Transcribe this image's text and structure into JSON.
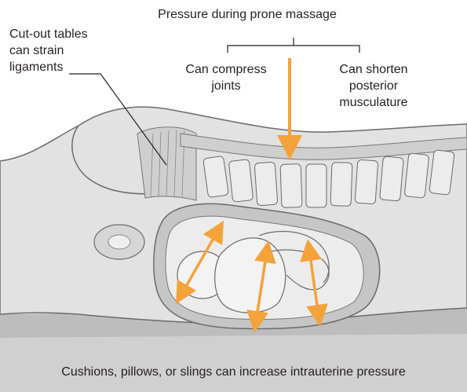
{
  "labels": {
    "cutout_tables": [
      "Cut-out tables",
      "can strain",
      "ligaments"
    ],
    "pressure_title": "Pressure during prone massage",
    "compress_joints": [
      "Can compress",
      "joints"
    ],
    "shorten_muscles": [
      "Can shorten",
      "posterior",
      "musculature"
    ],
    "caption": "Cushions, pillows, or slings can increase intrauterine pressure"
  },
  "colors": {
    "arrow": "#f4a23a",
    "outline": "#6b6b6b",
    "skin": "#dcdcdc",
    "tissue": "#c9c9c9",
    "table": "#cfcfcf",
    "bone": "#e8e8e8"
  },
  "icons": {
    "pressure_arrow": "arrow-down-icon",
    "fetal_arrows": "double-arrow-icon"
  }
}
